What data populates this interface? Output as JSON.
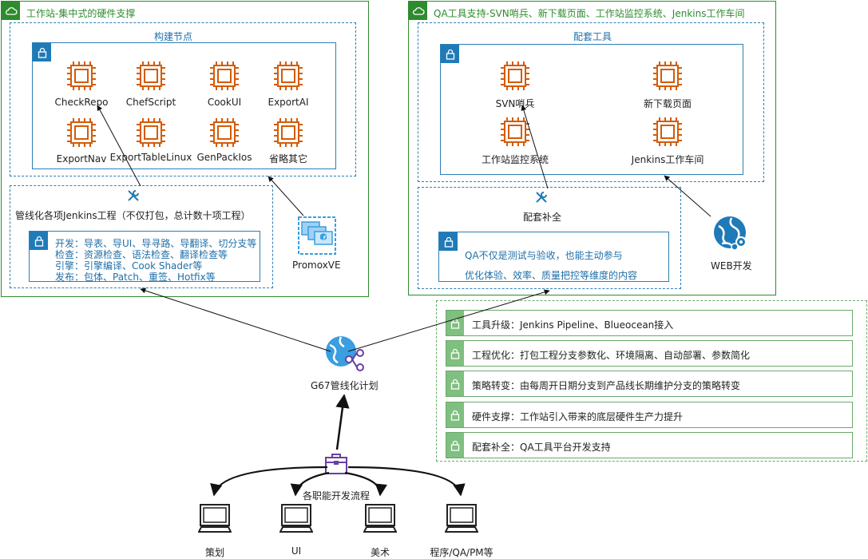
{
  "left_group": {
    "title": "工作站-集中式的硬件支撑",
    "build_nodes": {
      "title": "构建节点",
      "nodes": [
        "CheckRepo",
        "ChefScript",
        "CookUI",
        "ExportAI",
        "ExportNav",
        "ExportTableLinux",
        "GenPackIos",
        "省略其它"
      ]
    },
    "jenkins": {
      "title": "管线化各项Jenkins工程（不仅打包，总计数十项工程）",
      "lines": [
        "开发：导表、导UI、导寻路、导翻译、切分支等",
        "检查：资源检查、语法检查、翻译检查等",
        "引擎：引擎编译、Cook Shader等",
        "发布：包体、Patch、重签、Hotfix等"
      ]
    },
    "promox": "PromoxVE"
  },
  "right_group": {
    "title": "QA工具支持-SVN哨兵、新下载页面、工作站监控系统、Jenkins工作车间",
    "tools": {
      "title": "配套工具",
      "nodes": [
        "SVN哨兵",
        "新下载页面",
        "工作站监控系统",
        "Jenkins工作车间"
      ]
    },
    "support": {
      "title": "配套补全",
      "lines": [
        "QA不仅是测试与验收，也能主动参与",
        "优化体验、效率、质量把控等维度的内容"
      ]
    },
    "web": "WEB开发"
  },
  "center": {
    "g67": "G67管线化计划",
    "flow": "各职能开发流程"
  },
  "roles": [
    "策划",
    "UI",
    "美术",
    "程序/QA/PM等"
  ],
  "summary_rows": [
    "工具升级：Jenkins Pipeline、Blueocean接入",
    "工程优化：打包工程分支参数化、环境隔离、自动部署、参数简化",
    "策略转变：由每周开日期分支到产品线长期维护分支的策略转变",
    "硬件支撑：工作站引入带来的底层硬件生产力提升",
    "配套补全：QA工具平台开发支持"
  ],
  "colors": {
    "group_green": "#2e8b2e",
    "blue": "#1f7ab8",
    "chip_orange": "#d45b07",
    "purple": "#6b3fa0"
  }
}
